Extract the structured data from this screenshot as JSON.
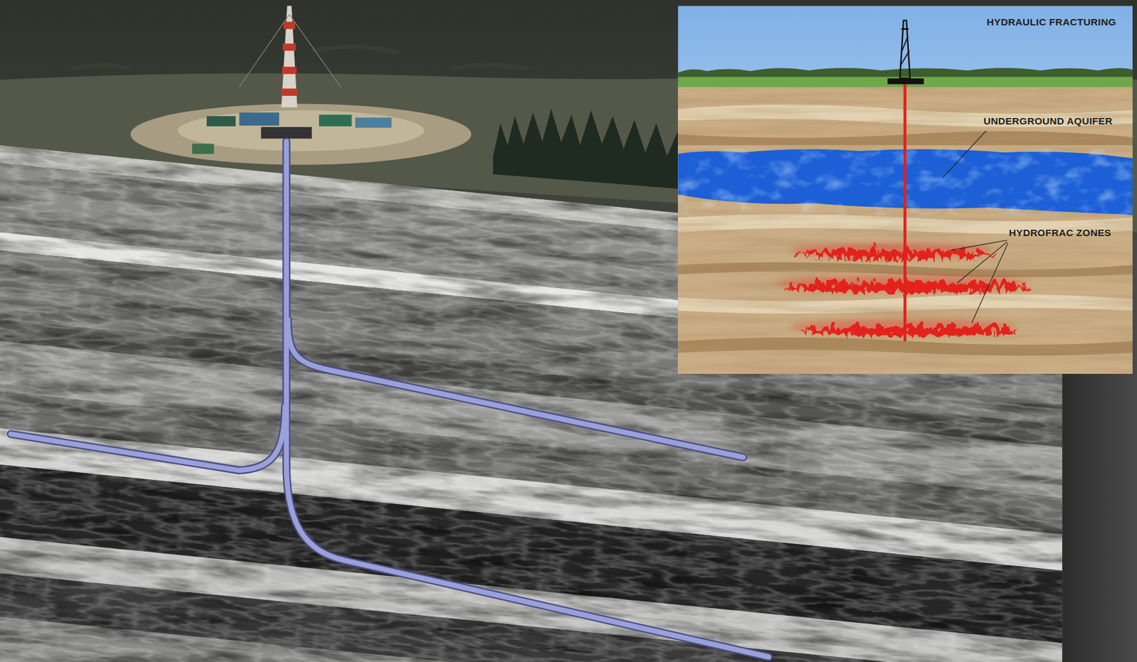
{
  "diagram": {
    "labels": [
      "HYDRAULIC FRACTURING",
      "UNDERGROUND AQUIFER",
      "HYDROFRAC ZONES"
    ]
  }
}
